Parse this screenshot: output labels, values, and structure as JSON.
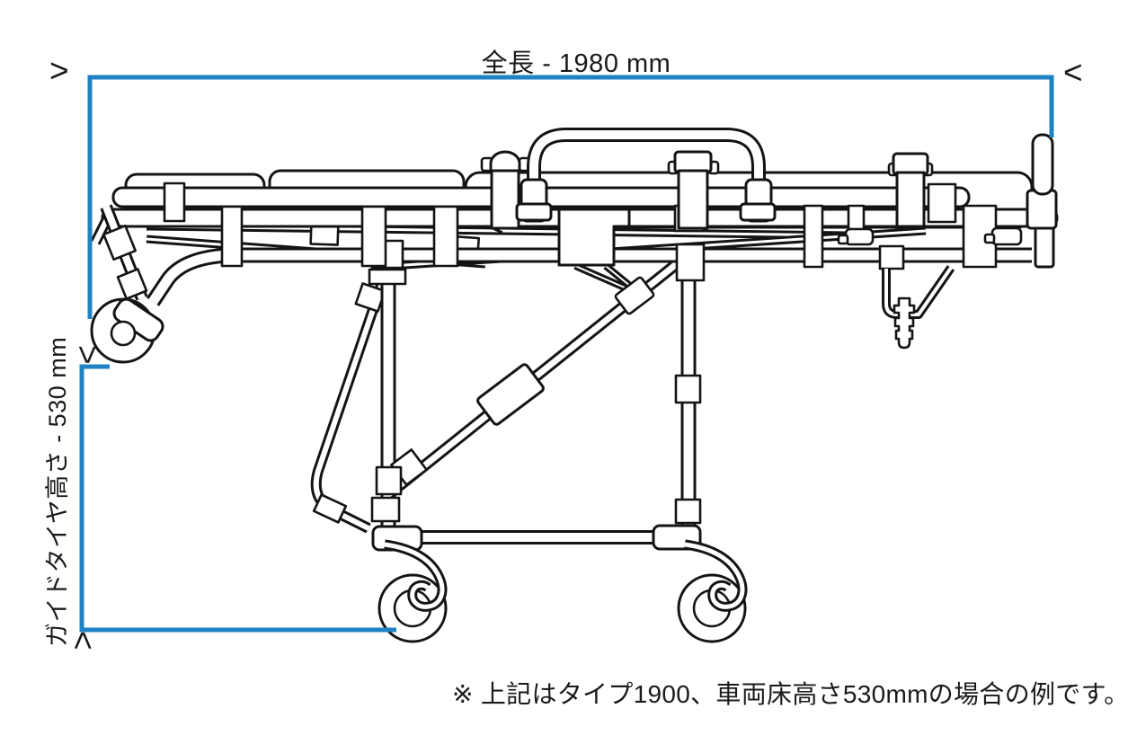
{
  "colors": {
    "dimension": "#1f82c4",
    "line": "#141414",
    "text": "#1a1a1a"
  },
  "dimension_top": {
    "label": "全長 - 1980 mm",
    "value_mm": "1980",
    "arrow_left": ">",
    "arrow_right": "<"
  },
  "dimension_left": {
    "label": "ガイドタイヤ高さ - 530 mm",
    "value_mm": "530",
    "arrow_top": ">",
    "arrow_bottom": "<"
  },
  "footnote": "※ 上記はタイプ1900、車両床高さ530mmの場合の例です。"
}
